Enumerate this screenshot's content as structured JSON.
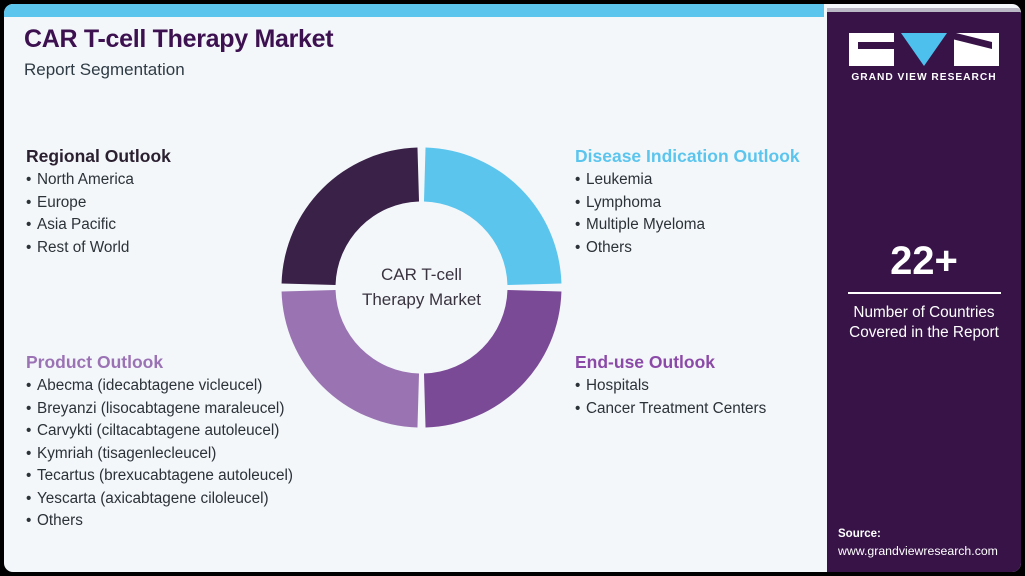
{
  "header": {
    "title": "CAR T-cell Therapy Market",
    "subtitle": "Report Segmentation"
  },
  "colors": {
    "accent_cyan": "#5bc5ee",
    "panel_purple": "#371348",
    "title_purple": "#3d1150",
    "card_background": "#f3f7fa",
    "segment_regional": "#3a2148",
    "segment_disease": "#5bc5ee",
    "segment_enduse": "#7b4a96",
    "segment_product": "#9a74b2"
  },
  "donut": {
    "center_line1": "CAR T-cell",
    "center_line2": "Therapy Market"
  },
  "chart_data": {
    "type": "pie",
    "title": "CAR T-cell Therapy Market",
    "categories": [
      "Disease Indication Outlook",
      "End-use Outlook",
      "Product Outlook",
      "Regional Outlook"
    ],
    "values": [
      25,
      25,
      25,
      25
    ],
    "colors": [
      "#5bc5ee",
      "#7b4a96",
      "#9a74b2",
      "#3a2148"
    ],
    "legend": "none",
    "donut": true,
    "inner_radius_ratio": 0.6
  },
  "sections": {
    "regional": {
      "title": "Regional Outlook",
      "items": [
        "North America",
        "Europe",
        "Asia Pacific",
        "Rest of World"
      ]
    },
    "product": {
      "title": "Product Outlook",
      "items": [
        "Abecma (idecabtagene vicleucel)",
        "Breyanzi (lisocabtagene maraleucel)",
        "Carvykti (ciltacabtagene autoleucel)",
        "Kymriah (tisagenlecleucel)",
        "Tecartus (brexucabtagene autoleucel)",
        "Yescarta (axicabtagene ciloleucel)",
        "Others"
      ]
    },
    "disease": {
      "title": "Disease Indication Outlook",
      "items": [
        "Leukemia",
        "Lymphoma",
        "Multiple Myeloma",
        "Others"
      ]
    },
    "enduse": {
      "title": "End-use Outlook",
      "items": [
        "Hospitals",
        "Cancer Treatment Centers"
      ]
    }
  },
  "panel": {
    "logo_wordmark": "GRAND VIEW RESEARCH",
    "stat_value": "22+",
    "stat_label_line1": "Number of Countries",
    "stat_label_line2": "Covered in the Report",
    "source_label": "Source:",
    "source_url": "www.grandviewresearch.com"
  }
}
